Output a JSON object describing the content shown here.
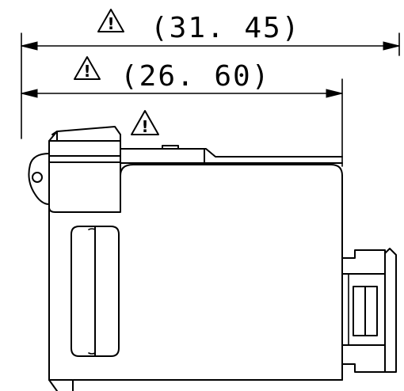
{
  "dimensions": {
    "overall": {
      "label": "(31. 45)",
      "value": 31.45,
      "marker": "warning-triangle-icon"
    },
    "body": {
      "label": "(26. 60)",
      "value": 26.6,
      "marker": "warning-triangle-icon"
    },
    "latch": {
      "marker": "warning-triangle-icon"
    }
  },
  "warning_marker": {
    "symbol": "!"
  },
  "colors": {
    "ink": "#000000",
    "paper": "#ffffff"
  }
}
